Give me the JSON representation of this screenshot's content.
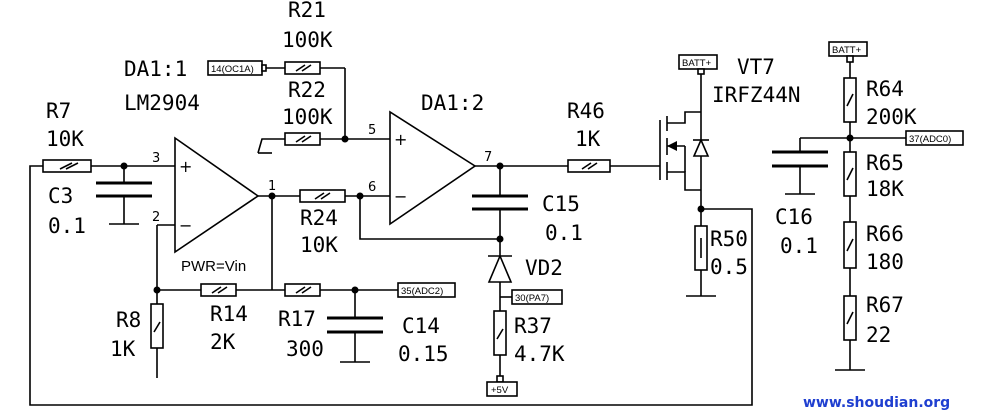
{
  "opamp1": {
    "ref": "DA1:1",
    "part": "LM2904",
    "pin_plus": "3",
    "pin_minus": "2",
    "pin_out": "1",
    "plus_sign": "+",
    "minus_sign": "−"
  },
  "opamp2": {
    "ref": "DA1:2",
    "pin_plus": "5",
    "pin_minus": "6",
    "pin_out": "7",
    "plus_sign": "+",
    "minus_sign": "−"
  },
  "power_note": "PWR=Vin",
  "resistors": {
    "r7": {
      "ref": "R7",
      "value": "10K"
    },
    "r8": {
      "ref": "R8",
      "value": "1K"
    },
    "r14": {
      "ref": "R14",
      "value": "2K"
    },
    "r17": {
      "ref": "R17",
      "value": "300"
    },
    "r21": {
      "ref": "R21",
      "value": "100K"
    },
    "r22": {
      "ref": "R22",
      "value": "100K"
    },
    "r24": {
      "ref": "R24",
      "value": "10K"
    },
    "r37": {
      "ref": "R37",
      "value": "4.7K"
    },
    "r46": {
      "ref": "R46",
      "value": "1K"
    },
    "r50": {
      "ref": "R50",
      "value": "0.5"
    },
    "r64": {
      "ref": "R64",
      "value": "200K"
    },
    "r65": {
      "ref": "R65",
      "value": "18K"
    },
    "r66": {
      "ref": "R66",
      "value": "180"
    },
    "r67": {
      "ref": "R67",
      "value": "22"
    }
  },
  "capacitors": {
    "c3": {
      "ref": "C3",
      "value": "0.1"
    },
    "c14": {
      "ref": "C14",
      "value": "0.15"
    },
    "c15": {
      "ref": "C15",
      "value": "0.1"
    },
    "c16": {
      "ref": "C16",
      "value": "0.1"
    }
  },
  "diode": {
    "ref": "VD2"
  },
  "transistor": {
    "ref": "VT7",
    "part": "IRFZ44N"
  },
  "net_tags": {
    "oc1a": "14(OC1A)",
    "adc2": "35(ADC2)",
    "pa7": "30(PA7)",
    "plus5v": "+5V",
    "batt_fet": "BATT+",
    "batt_div": "BATT+",
    "adc0": "37(ADC0)"
  },
  "watermark": "www.shoudian.org"
}
